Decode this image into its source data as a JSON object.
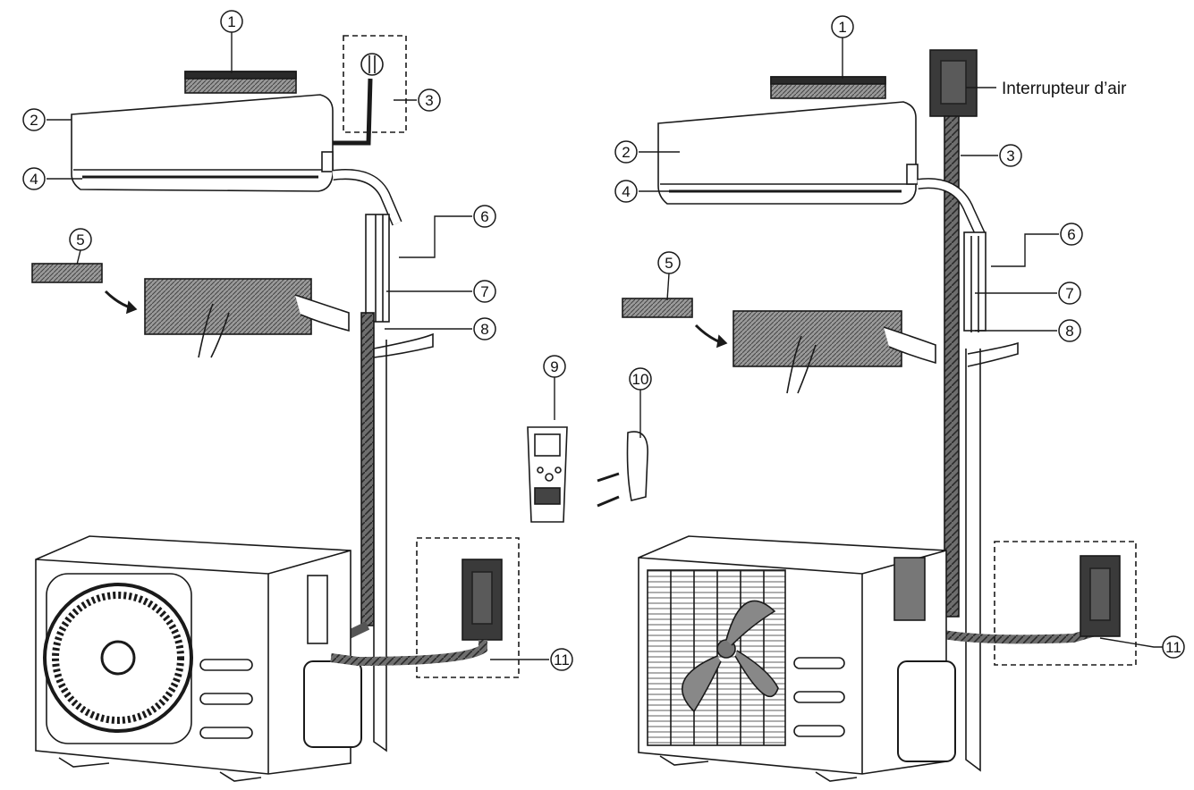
{
  "diagram": {
    "callouts": [
      "1",
      "2",
      "3",
      "4",
      "5",
      "6",
      "7",
      "8",
      "9",
      "10",
      "11"
    ],
    "air_switch_label": "Interrupteur d’air",
    "colors": {
      "line": "#1a1a1a",
      "hatch": "#7a7a7a",
      "dark_box": "#3a3a3a",
      "fill": "#ffffff"
    }
  }
}
